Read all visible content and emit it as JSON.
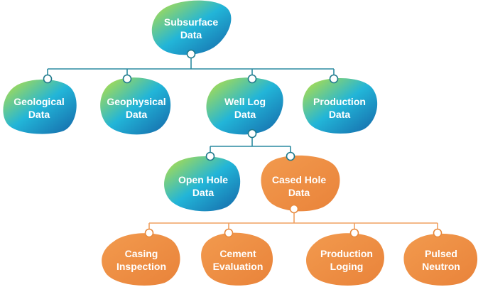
{
  "colors": {
    "gradient_start": "#bfe33a",
    "gradient_mid": "#22b5d8",
    "gradient_end": "#1566a8",
    "orange": "#ee8d3c",
    "teal_line": "#2a8aa0",
    "orange_line": "#f0a060"
  },
  "nodes": {
    "root": {
      "line1": "Subsurface",
      "line2": "Data"
    },
    "geological": {
      "line1": "Geological",
      "line2": "Data"
    },
    "geophysical": {
      "line1": "Geophysical",
      "line2": "Data"
    },
    "welllog": {
      "line1": "Well Log",
      "line2": "Data"
    },
    "production": {
      "line1": "Production",
      "line2": "Data"
    },
    "openhole": {
      "line1": "Open Hole",
      "line2": "Data"
    },
    "casedhole": {
      "line1": "Cased Hole",
      "line2": "Data"
    },
    "casing": {
      "line1": "Casing",
      "line2": "Inspection"
    },
    "cement": {
      "line1": "Cement",
      "line2": "Evaluation"
    },
    "prodlog": {
      "line1": "Production",
      "line2": "Loging"
    },
    "pulsed": {
      "line1": "Pulsed",
      "line2": "Neutron"
    }
  }
}
